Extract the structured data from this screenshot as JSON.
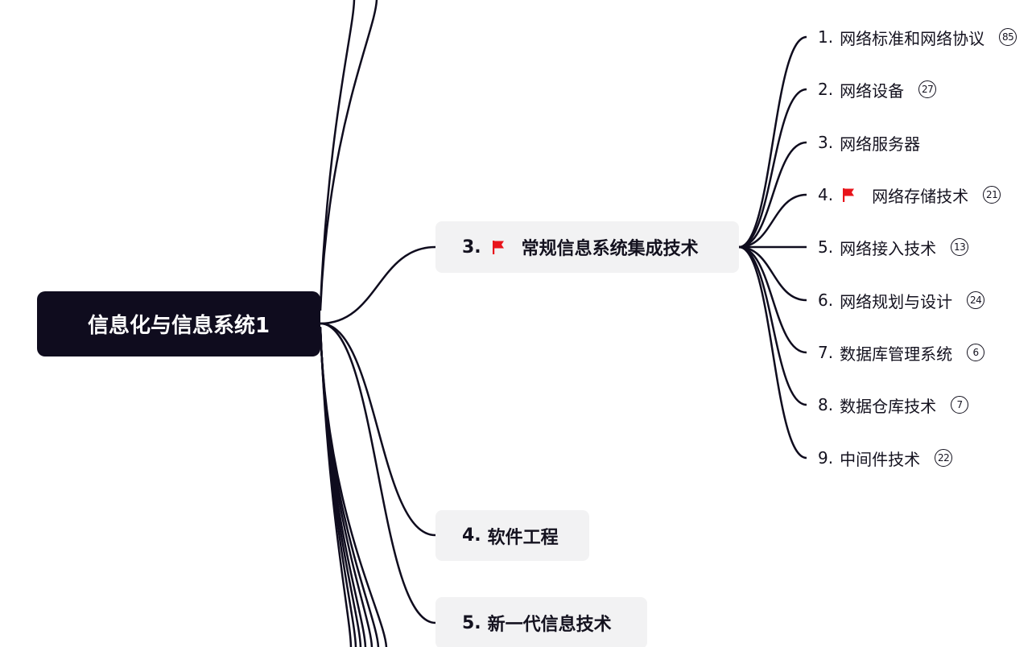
{
  "root": {
    "label": "信息化与信息系统1"
  },
  "branches": [
    {
      "num": "3.",
      "label": "常规信息系统集成技术",
      "flagged": true
    },
    {
      "num": "4.",
      "label": "软件工程",
      "flagged": false
    },
    {
      "num": "5.",
      "label": "新一代信息技术",
      "flagged": false
    }
  ],
  "leaves": [
    {
      "num": "1.",
      "label": "网络标准和网络协议",
      "badge": "85",
      "flagged": false
    },
    {
      "num": "2.",
      "label": "网络设备",
      "badge": "27",
      "flagged": false
    },
    {
      "num": "3.",
      "label": "网络服务器",
      "badge": "",
      "flagged": false
    },
    {
      "num": "4.",
      "label": "网络存储技术",
      "badge": "21",
      "flagged": true
    },
    {
      "num": "5.",
      "label": "网络接入技术",
      "badge": "13",
      "flagged": false
    },
    {
      "num": "6.",
      "label": "网络规划与设计",
      "badge": "24",
      "flagged": false
    },
    {
      "num": "7.",
      "label": "数据库管理系统",
      "badge": "6",
      "flagged": false
    },
    {
      "num": "8.",
      "label": "数据仓库技术",
      "badge": "7",
      "flagged": false
    },
    {
      "num": "9.",
      "label": "中间件技术",
      "badge": "22",
      "flagged": false
    }
  ],
  "colors": {
    "line": "#0f0c1e",
    "root_bg": "#0f0c1e",
    "branch_bg": "#f2f2f3",
    "flag": "#e8141b"
  },
  "icons": {
    "flag": "red-flag-icon"
  }
}
